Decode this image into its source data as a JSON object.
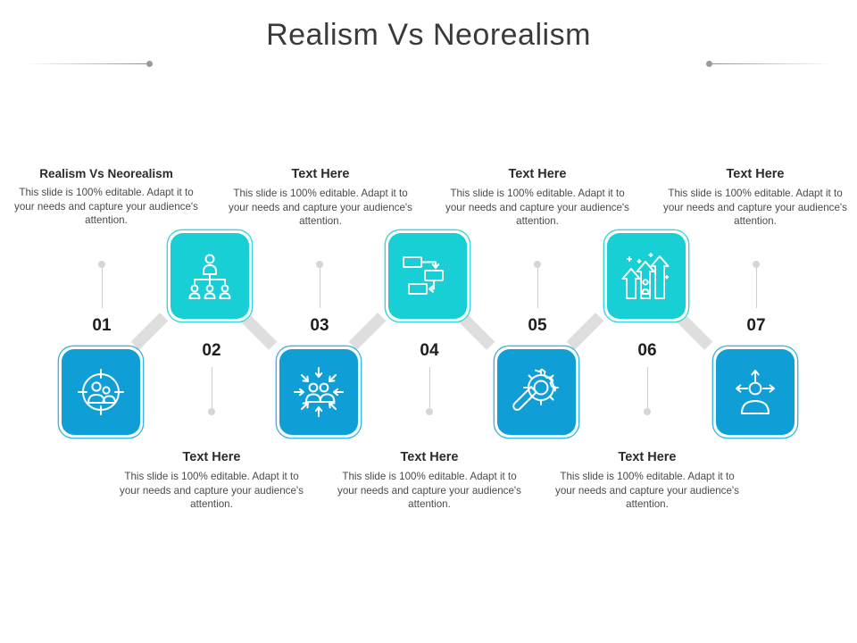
{
  "title": "Realism Vs Neorealism",
  "colors": {
    "teal": "#18cfd6",
    "blue": "#0f9fd6",
    "connector": "#dedede",
    "leader": "#cfcfcf",
    "title_text": "#3a3a3a",
    "body_text": "#4a4a4a"
  },
  "body_text": "This slide is 100% editable. Adapt it to your needs and capture your audience's attention.",
  "steps": [
    {
      "number": "01",
      "heading": "Realism Vs Neorealism",
      "body": "This slide is 100% editable. Adapt it to your needs and capture your audience's attention.",
      "tile_color": "blue",
      "icon": "people-target-icon",
      "row": "bottom"
    },
    {
      "number": "02",
      "heading": "Text Here",
      "body": "This slide is 100% editable. Adapt it to your needs and capture your audience's attention.",
      "tile_color": "teal",
      "icon": "org-hierarchy-icon",
      "row": "top"
    },
    {
      "number": "03",
      "heading": "Text Here",
      "body": "This slide is 100% editable. Adapt it to your needs and capture your audience's attention.",
      "tile_color": "blue",
      "icon": "people-converge-arrows-icon",
      "row": "bottom"
    },
    {
      "number": "04",
      "heading": "Text Here",
      "body": "This slide is 100% editable. Adapt it to your needs and capture your audience's attention.",
      "tile_color": "teal",
      "icon": "flowchart-process-icon",
      "row": "top"
    },
    {
      "number": "05",
      "heading": "Text Here",
      "body": "This slide is 100% editable. Adapt it to your needs and capture your audience's attention.",
      "tile_color": "blue",
      "icon": "gear-wrench-icon",
      "row": "bottom"
    },
    {
      "number": "06",
      "heading": "Text Here",
      "body": "This slide is 100% editable. Adapt it to your needs and capture your audience's attention.",
      "tile_color": "teal",
      "icon": "growth-arrows-person-icon",
      "row": "top"
    },
    {
      "number": "07",
      "heading": "Text Here",
      "body": "This slide is 100% editable. Adapt it to your needs and capture your audience's attention.",
      "tile_color": "blue",
      "icon": "person-expand-arrows-icon",
      "row": "bottom"
    }
  ]
}
